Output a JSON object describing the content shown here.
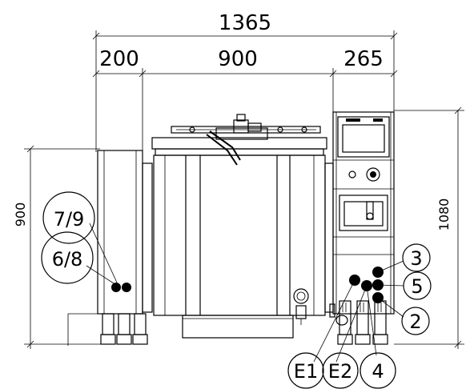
{
  "dimensions": {
    "total_width": "1365",
    "left_width": "200",
    "center_width": "900",
    "right_width": "265",
    "left_height": "900",
    "right_height": "1080"
  },
  "labels": {
    "l79": "7/9",
    "l68": "6/8",
    "l3": "3",
    "l5": "5",
    "l2": "2",
    "lE1": "E1",
    "lE2": "E2",
    "l4": "4"
  }
}
